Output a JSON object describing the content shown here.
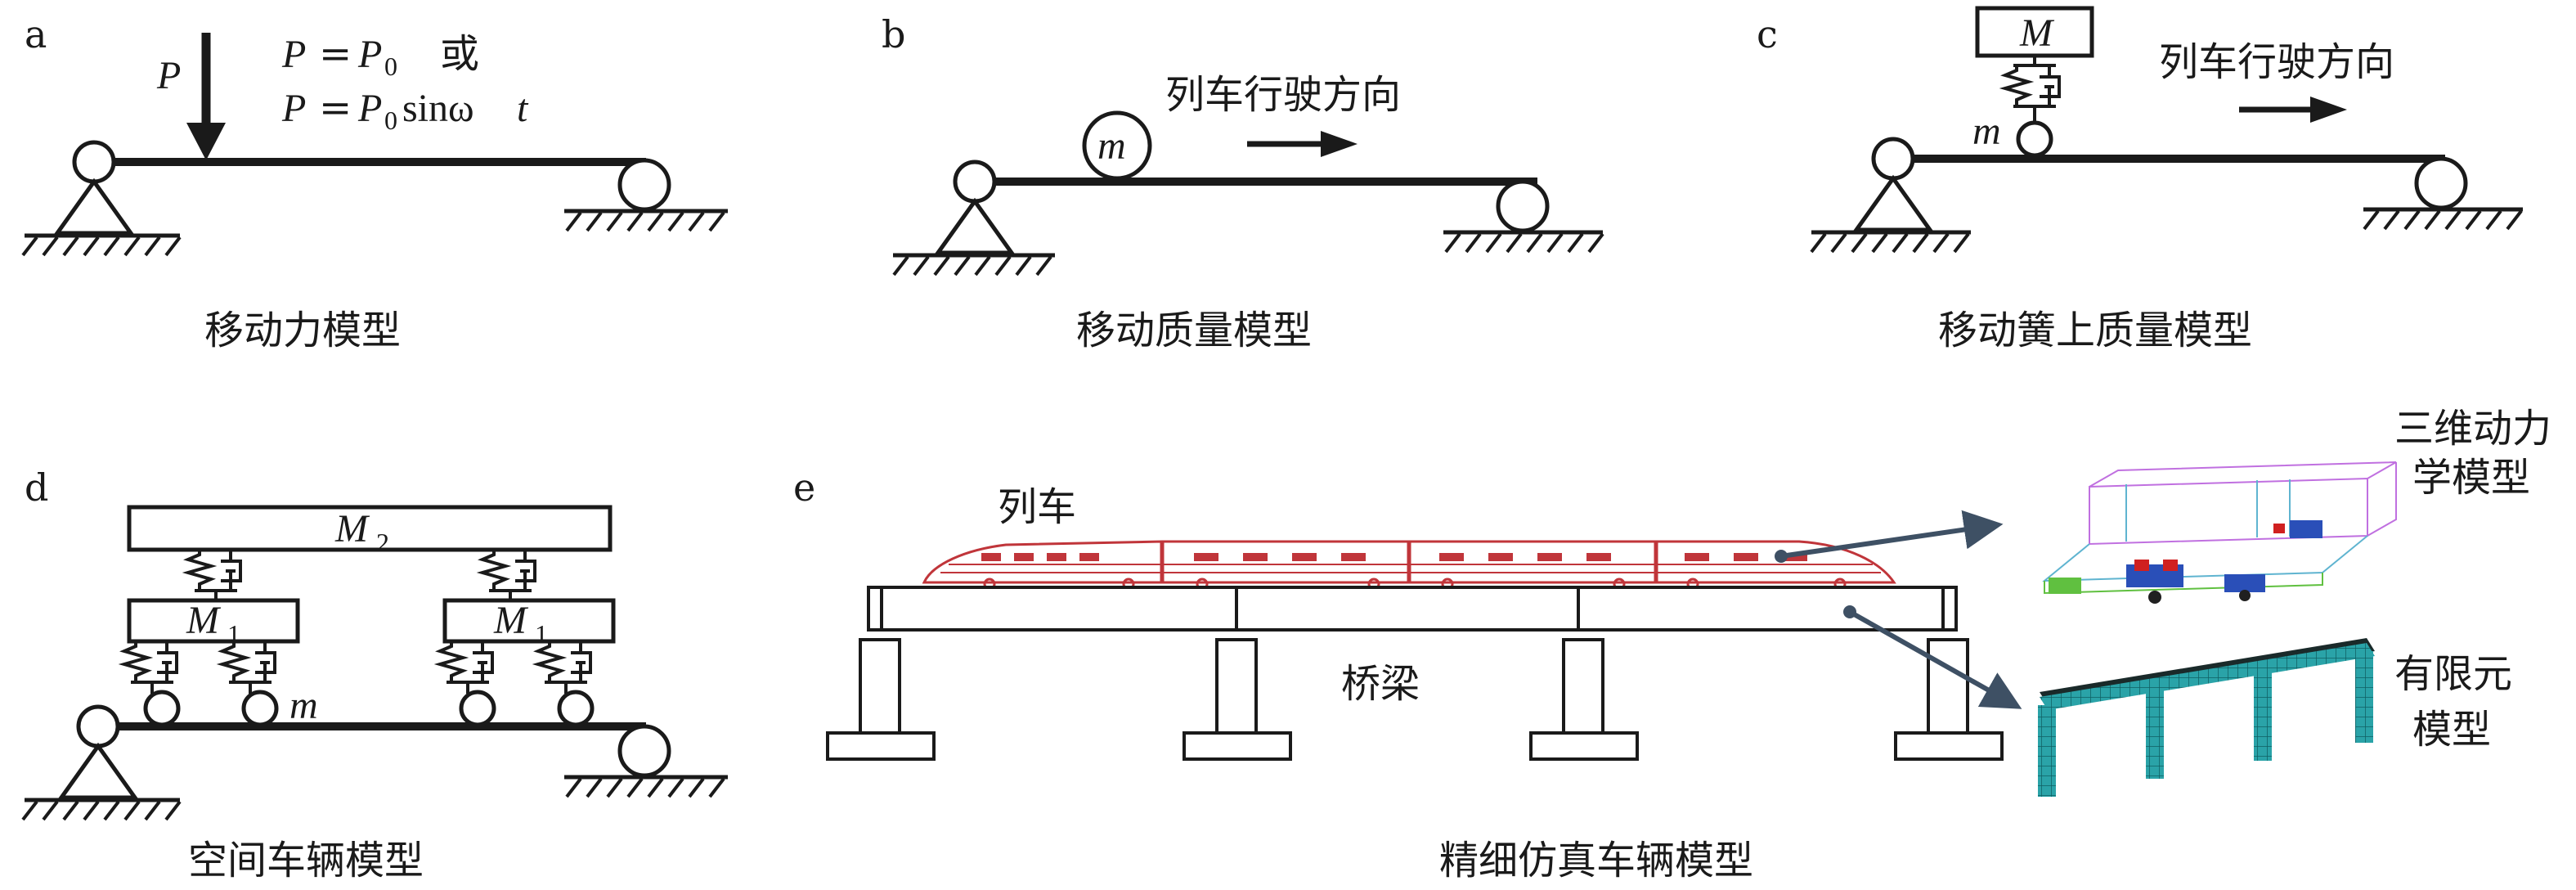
{
  "panels": {
    "a": {
      "letter": "a",
      "force_symbol": "P",
      "eq1_lhs": "P",
      "eq1_rhs": "P",
      "eq1_sub": "0",
      "eq1_suffix": "或",
      "eq2_lhs": "P",
      "eq2_rhs": "P",
      "eq2_sub": "0",
      "eq2_fn": "sinω",
      "eq2_var": "t",
      "eq_sign": "=",
      "caption": "移动力模型"
    },
    "b": {
      "letter": "b",
      "mass_symbol": "m",
      "direction_label": "列车行驶方向",
      "caption": "移动质量模型"
    },
    "c": {
      "letter": "c",
      "sprung_mass_symbol": "M",
      "unsprung_mass_symbol": "m",
      "direction_label": "列车行驶方向",
      "caption": "移动簧上质量模型"
    },
    "d": {
      "letter": "d",
      "car_body_symbol": "M",
      "car_body_sub": "2",
      "bogie_symbol": "M",
      "bogie_sub": "1",
      "wheel_symbol": "m",
      "caption": "空间车辆模型"
    },
    "e": {
      "letter": "e",
      "train_label": "列车",
      "bridge_label": "桥梁",
      "train_model_label_line1": "三维动力",
      "train_model_label_line2": "学模型",
      "fe_model_label_line1": "有限元",
      "fe_model_label_line2": "模型",
      "caption": "精细仿真车辆模型"
    }
  },
  "colors": {
    "ink": "#1a1a1a",
    "train_red": "#c0353a",
    "arrow_slate": "#3e5064",
    "fe_teal": "#2aa3a8",
    "wire_violet": "#c070e0",
    "wire_green": "#60c040"
  }
}
